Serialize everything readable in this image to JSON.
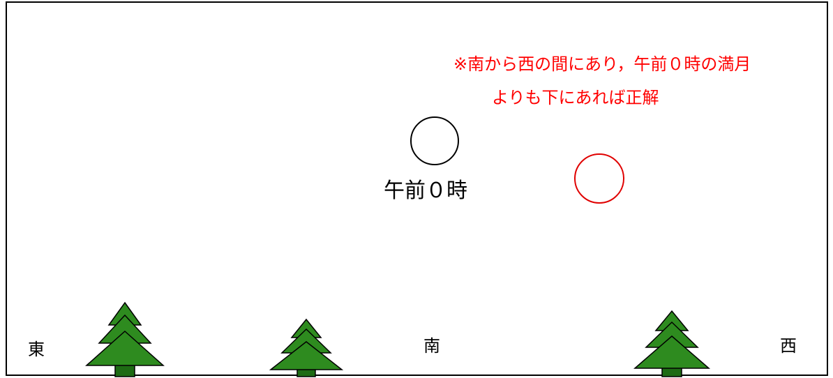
{
  "moon_midnight": {
    "label": "午前０時",
    "stroke": "#000000"
  },
  "answer_moon": {
    "stroke": "#e00000"
  },
  "note": {
    "line1": "※南から西の間にあり，午前０時の満月",
    "line2": "よりも下にあれば正解",
    "color": "#ff0000"
  },
  "directions": {
    "east": "東",
    "south": "南",
    "west": "西"
  },
  "trees": {
    "fill": "#2e8b1f",
    "trunk": "#1e6b14",
    "count": 3
  }
}
